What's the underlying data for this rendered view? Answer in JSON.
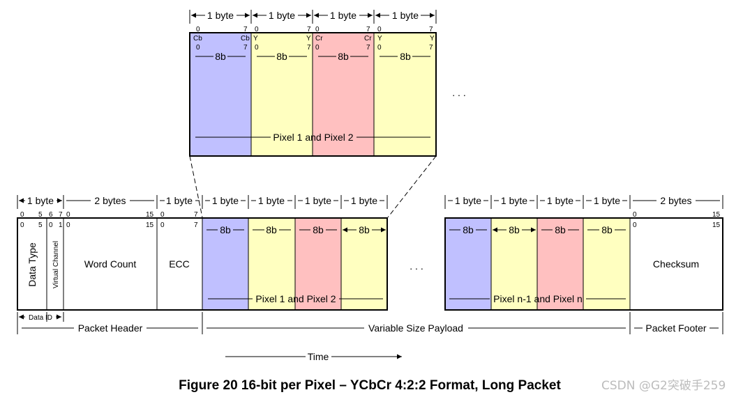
{
  "colors": {
    "cb": "#c0c0ff",
    "y": "#ffffc0",
    "cr": "#ffc0c0",
    "white": "#ffffff",
    "watermark": "#bcbcbc"
  },
  "labels": {
    "one_byte": "1 byte",
    "two_bytes": "2 bytes",
    "eight_b": "8b",
    "zero": "0",
    "one": "1",
    "five": "5",
    "six": "6",
    "seven": "7",
    "fifteen": "15",
    "cb": "Cb",
    "y": "Y",
    "cr": "Cr"
  },
  "zoom": {
    "pixel_group": "Pixel 1 and Pixel 2",
    "ellipsis": ". . ."
  },
  "packet": {
    "data_type": "Data Type",
    "virtual_channel": "Virtual Channel",
    "word_count": "Word Count",
    "ecc": "ECC",
    "checksum": "Checksum",
    "pixel_group_first": "Pixel 1 and Pixel 2",
    "pixel_group_last": "Pixel n-1 and Pixel n",
    "ellipsis": ". . .",
    "data_id": "Data ID",
    "packet_header": "Packet Header",
    "variable_payload": "Variable Size Payload",
    "packet_footer": "Packet Footer",
    "time": "Time"
  },
  "caption": "Figure 20 16-bit per Pixel – YCbCr 4:2:2 Format, Long Packet",
  "watermark": "CSDN @G2突破手259"
}
